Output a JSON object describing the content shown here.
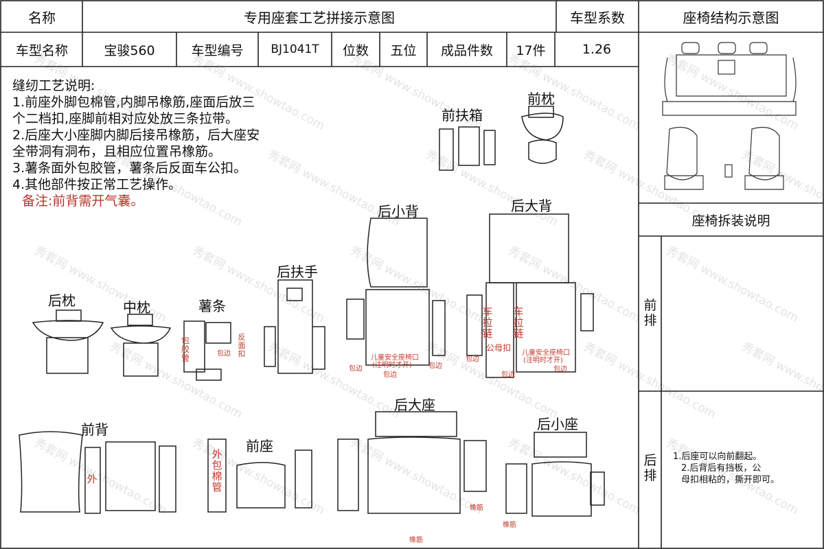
{
  "header": {
    "name_label": "名称",
    "title": "专用座套工艺拼接示意图",
    "coef_label": "车型系数",
    "structure_title": "座椅结构示意图"
  },
  "info_row": {
    "model_name_label": "车型名称",
    "model_name": "宝骏560",
    "model_code_label": "车型编号",
    "model_code": "BJ1041T",
    "seats_label": "位数",
    "seats": "五位",
    "pieces_label": "成品件数",
    "pieces": "17件",
    "coefficient": "1.26"
  },
  "notes": {
    "title": "缝纫工艺说明:",
    "lines": [
      "1.前座外脚包棉管,内脚吊橡筋,座面后放三",
      "个二档扣,座脚前相对应处放三条拉带。",
      "2.后座大小座脚内脚后接吊橡筋，后大座安",
      "全带洞有洞布，且相应位置吊橡筋。",
      "3.薯条面外包胶管，薯条后反面车公扣。",
      "4.其他部件按正常工艺操作。"
    ],
    "remark": "备注:前背需开气囊。"
  },
  "parts": {
    "front_armbox": "前扶箱",
    "front_pillow": "前枕",
    "rear_small_back": "后小背",
    "rear_big_back": "后大背",
    "rear_armrest": "后扶手",
    "rear_pillow": "后枕",
    "middle_pillow": "中枕",
    "chips": "薯条",
    "front_back": "前背",
    "front_seat": "前座",
    "rear_big_seat": "后大座",
    "rear_small_seat": "后小座"
  },
  "annotations": {
    "outer": "外",
    "outer_pipe": "外包棉管",
    "pipe_wrap": "包胶管",
    "reverse_buckle": "反面扣",
    "edge": "包边",
    "child_seat": "儿童安全座椅口",
    "child_seat_note": "(注明时才开)",
    "zipper": "车拉链",
    "buckle": "公母扣",
    "rubber_band": "橡筋"
  },
  "side_panel": {
    "disassembly_title": "座椅拆装说明",
    "front_row": "前排",
    "rear_row": "后排",
    "rear_notes": [
      "1.后座可以向前翻起。",
      "2.后背后有挡板，公",
      "母扣相粘的，撕开即可。"
    ]
  },
  "watermark": {
    "cn": "秀套网",
    "en": "www.showtao.com"
  }
}
